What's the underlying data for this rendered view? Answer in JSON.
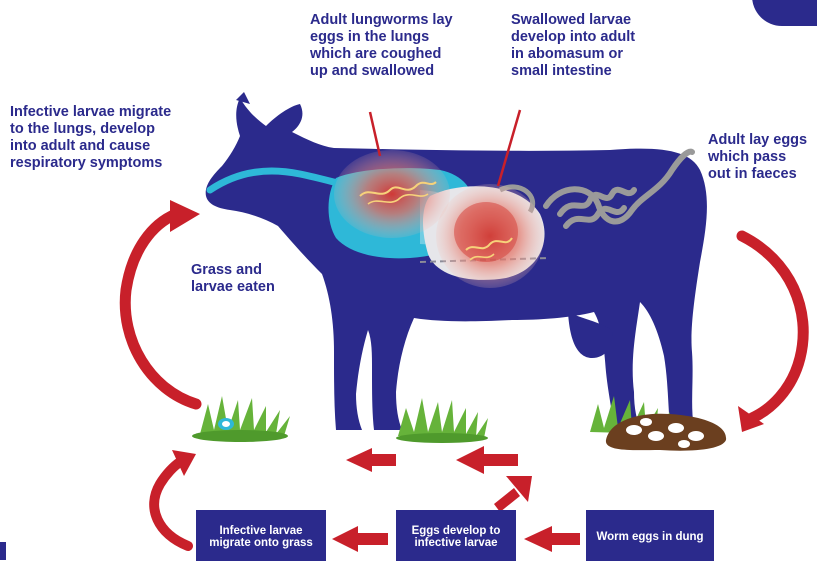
{
  "labels": {
    "lungworms_lay_eggs": "Adult lungworms lay\neggs in the lungs\nwhich are coughed\nup and swallowed",
    "swallowed_larvae": "Swallowed larvae\ndevelop into adult\nin abomasum or\nsmall intestine",
    "infective_migrate_lungs": "Infective larvae migrate\nto the lungs, develop\ninto adult and cause\nrespiratory symptoms",
    "adult_lay_eggs": "Adult lay eggs\nwhich pass\nout in faeces",
    "grass_larvae_eaten": "Grass and\nlarvae eaten"
  },
  "boxes": {
    "infective_onto_grass": "Infective larvae\nmigrate onto grass",
    "eggs_develop": "Eggs develop to\ninfective larvae",
    "worm_eggs_dung": "Worm eggs in dung"
  },
  "colors": {
    "cow": "#2b2a8c",
    "text": "#2b2a8c",
    "box": "#2b2a8c",
    "arrow": "#c8202a",
    "grass": "#66b33a",
    "lungs": "#2eb8d8",
    "dung": "#6b3f1f"
  }
}
